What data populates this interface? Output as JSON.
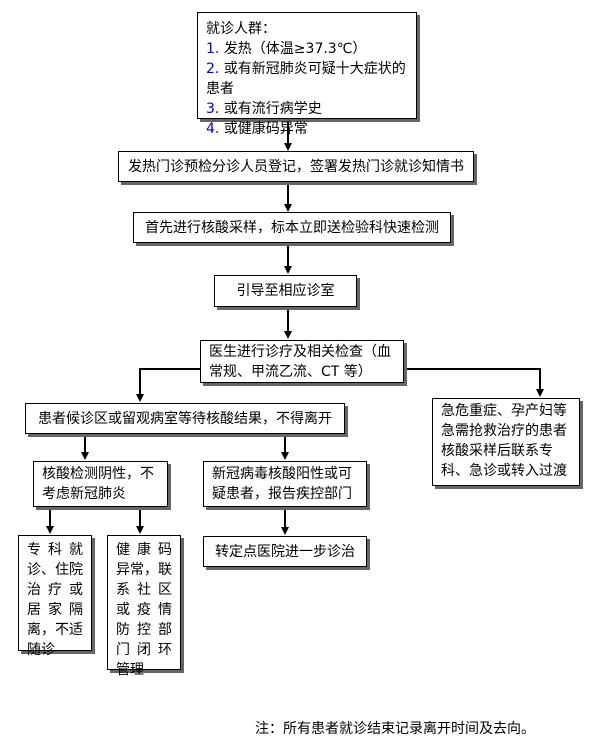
{
  "box1": {
    "title": "就诊人群：",
    "items": [
      {
        "num": "1.",
        "text": "发热（体温≥37.3℃）"
      },
      {
        "num": "2.",
        "text": "或有新冠肺炎可疑十大症状的患者"
      },
      {
        "num": "3.",
        "text": "或有流行病学史"
      },
      {
        "num": "4.",
        "text": "或健康码异常"
      }
    ]
  },
  "box2": "发热门诊预检分诊人员登记，签署发热门诊就诊知情书",
  "box3": "首先进行核酸采样，标本立即送检验科快速检测",
  "box4": "引导至相应诊室",
  "box5": {
    "line1": "医生进行诊疗及相关检查（血",
    "line2": "常规、甲流乙流、CT 等）"
  },
  "box6": "患者候诊区或留观病室等待核酸结果，不得离开",
  "box7": [
    "急危重症、孕产妇等",
    "急需抢救治疗的患者",
    "核酸采样后联系专",
    "科、急诊或转入过渡"
  ],
  "box8": {
    "line1": "核酸检测阴性，不",
    "line2": "考虑新冠肺炎"
  },
  "box9": {
    "line1": "新冠病毒核酸阳性或可",
    "line2": "疑患者，报告疾控部门"
  },
  "box10": "转定点医院进一步诊治",
  "box11": [
    "专科就",
    "诊、住院",
    "治疗或",
    "居家隔",
    "离，不适",
    "随诊"
  ],
  "box12": [
    "健康码",
    "异常，联",
    "系社区",
    "或疫情",
    "防控部",
    "门闭环",
    "管理"
  ],
  "note": "注：所有患者就诊结束记录离开时间及去向。"
}
